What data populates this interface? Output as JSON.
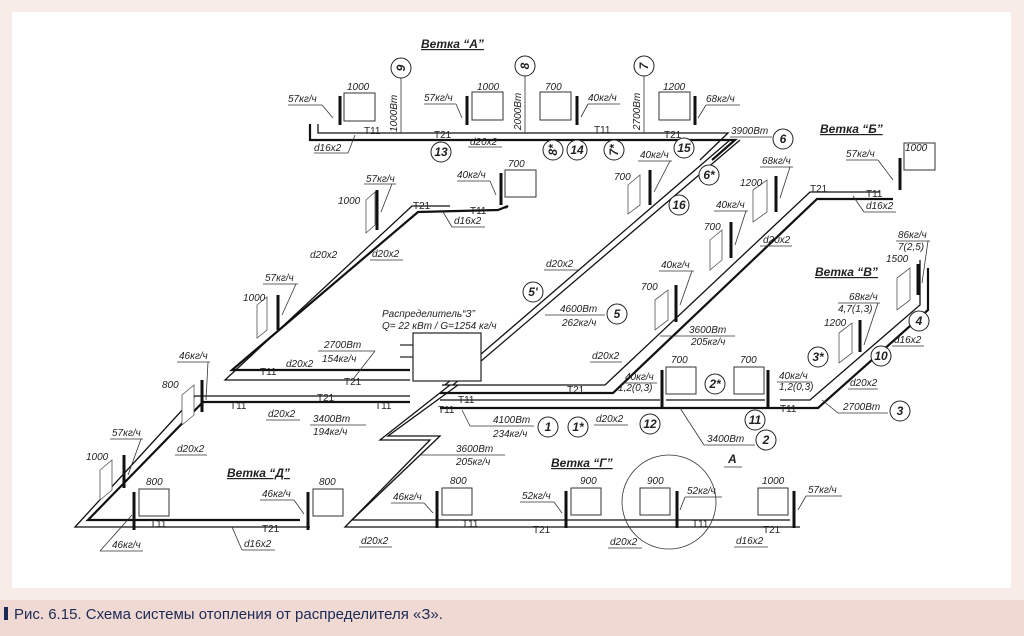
{
  "caption": "Рис. 6.15. Схема системы отопления от распределителя «З».",
  "branches": {
    "a": "Ветка “А”",
    "b": "Ветка “Б”",
    "v": "Ветка “В”",
    "g": "Ветка “Г”",
    "d": "Ветка “Д”"
  },
  "distributor": {
    "title": "Распределитель“З”",
    "params": "Q= 22 кВт / G=1254 кг/ч"
  },
  "pipes": {
    "supply": "T11",
    "return": "T21",
    "d16": "d16x2",
    "d20": "d20x2"
  },
  "detail_mark": "A",
  "radiators": {
    "a1": {
      "size": "1000",
      "flow": "57кг/ч"
    },
    "a2": {
      "size": "1000",
      "flow": "57кг/ч"
    },
    "a3": {
      "size": "700",
      "flow": "40кг/ч"
    },
    "a4": {
      "size": "1200",
      "flow": "68кг/ч"
    },
    "a5": {
      "size": "700",
      "flow": "40кг/ч"
    },
    "a6": {
      "size": "1000",
      "flow": "57кг/ч"
    },
    "a7": {
      "size": "1000",
      "flow": "57кг/ч"
    },
    "a8": {
      "size": "700",
      "flow": "40кг/ч"
    },
    "b1": {
      "size": "1000",
      "flow": "57кг/ч"
    },
    "b2": {
      "size": "1200",
      "flow": "68кг/ч"
    },
    "b3": {
      "size": "700",
      "flow": "40кг/ч"
    },
    "b4": {
      "size": "700",
      "flow": "40кг/ч"
    },
    "v1": {
      "size": "1500",
      "flow": "86кг/ч",
      "extra": "7(2,5)"
    },
    "v2": {
      "size": "1200",
      "flow": "68кг/ч",
      "extra": "4,7(1,3)"
    },
    "c1": {
      "size": "700",
      "flow": "40кг/ч",
      "extra": "1,2(0,3)"
    },
    "c2": {
      "size": "700",
      "flow": "40кг/ч",
      "extra": "1,2(0,3)"
    },
    "d1": {
      "size": "800",
      "flow": "46кг/ч"
    },
    "d2": {
      "size": "1000",
      "flow": "57кг/ч"
    },
    "d3": {
      "size": "800",
      "flow": "46кг/ч"
    },
    "d4": {
      "size": "800",
      "flow": "46кг/ч"
    },
    "g1": {
      "size": "800",
      "flow": "46кг/ч"
    },
    "g2": {
      "size": "900",
      "flow": "52кг/ч"
    },
    "g3": {
      "size": "900",
      "flow": "52кг/ч"
    },
    "g4": {
      "size": "1000",
      "flow": "57кг/ч"
    }
  },
  "loads": {
    "s9": "1000Вт",
    "s8": "2000Вт",
    "s7": "2700Вт",
    "s6": "3900Вт",
    "s5": {
      "power": "4600Вт",
      "flow": "262кг/ч"
    },
    "sb": {
      "power": "3600Вт",
      "flow": "205кг/ч"
    },
    "sd": {
      "power": "2700Вт",
      "flow": "154кг/ч"
    },
    "sd2": {
      "power": "3400Вт",
      "flow": "194кг/ч"
    },
    "s1": {
      "power": "4100Вт",
      "flow": "234кг/ч"
    },
    "sg": {
      "power": "3600Вт",
      "flow": "205кг/ч"
    },
    "s2": "3400Вт",
    "s3": "2700Вт"
  },
  "sections": [
    "1",
    "1*",
    "2",
    "2*",
    "3",
    "3*",
    "4",
    "5",
    "5'",
    "6",
    "6*",
    "7",
    "7*",
    "8",
    "8*",
    "9",
    "10",
    "11",
    "12",
    "13",
    "14",
    "15",
    "16"
  ]
}
